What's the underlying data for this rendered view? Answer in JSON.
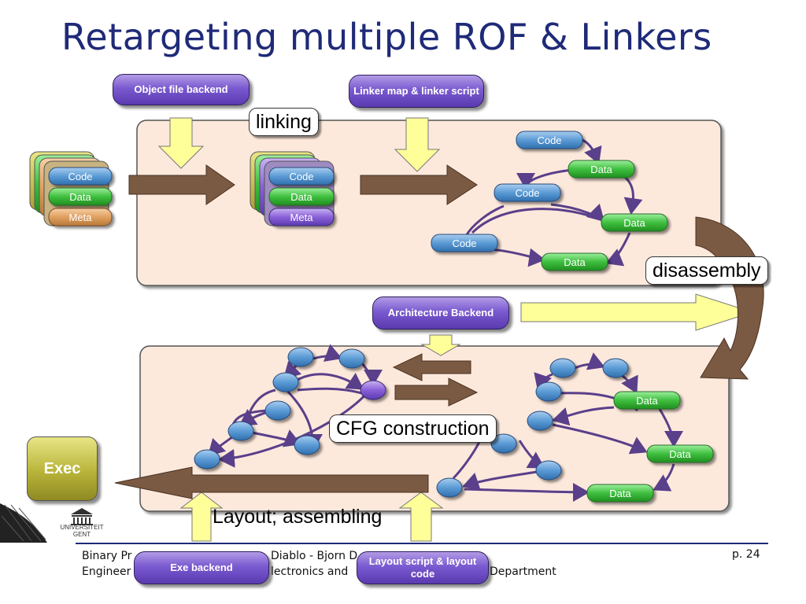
{
  "title": "Retargeting multiple ROF & Linkers",
  "backends": {
    "object_file": "Object file backend",
    "linker_map": "Linker map & linker script",
    "architecture": "Architecture Backend",
    "exe": "Exe backend",
    "layout_script": "Layout script & layout code"
  },
  "labels": {
    "linking": "linking",
    "disassembly": "disassembly",
    "cfg_construction": "CFG construction",
    "layout_assembling": "Layout; assembling"
  },
  "sections": {
    "code": "Code",
    "data": "Data",
    "meta": "Meta"
  },
  "exec": "Exec",
  "logo_text": [
    "UNIVERSITEIT",
    "GENT"
  ],
  "footer": {
    "line1_left": "Binary Pr",
    "line1_mid": "Diablo - Bjorn D",
    "line2_left": "Engineer",
    "line2_mid": "lectronics and",
    "line2_right": "Department",
    "page": "p. 24"
  },
  "colors": {
    "title": "#1f2a78",
    "code_node": "#5b9bd5",
    "data_node": "#3fbf3f",
    "meta_node": "#e0a060",
    "purple_node": "#8a60d8",
    "edge": "#5a3f8a",
    "panel_bg": "#fde9dc",
    "arrow_brown": "#7a5a42",
    "arrow_yellow": "#ffff99"
  }
}
